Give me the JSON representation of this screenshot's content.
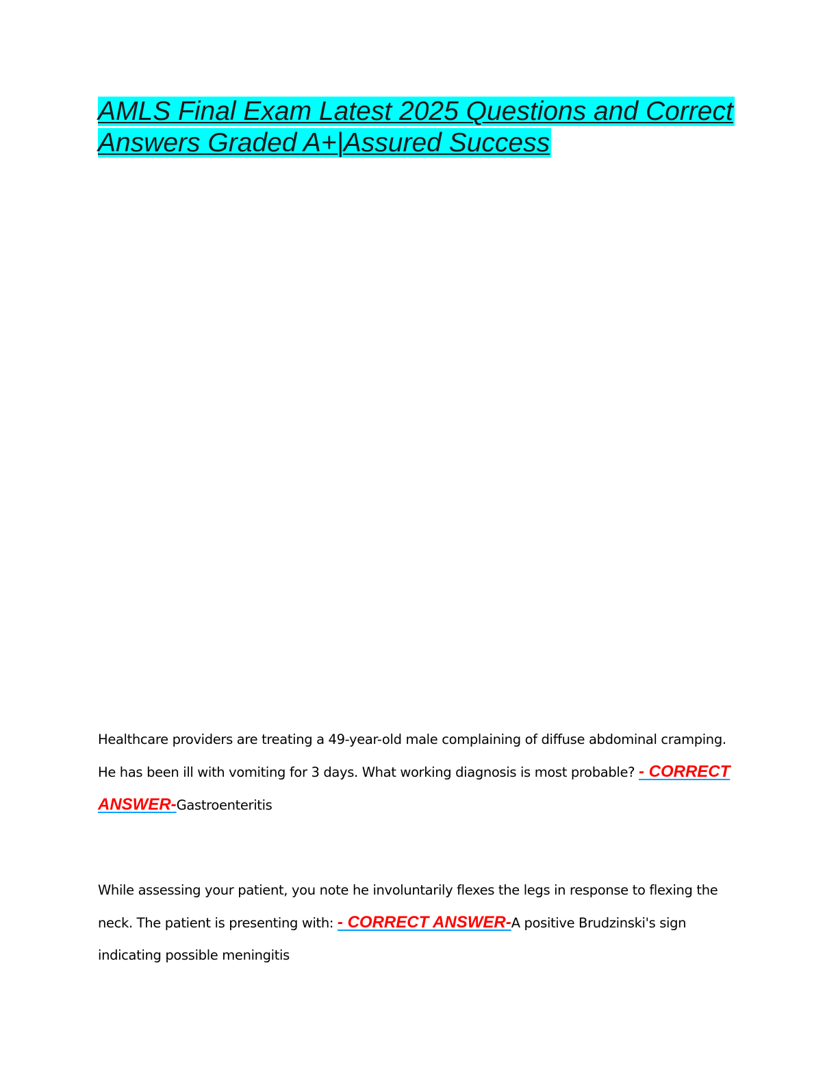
{
  "document": {
    "title": "AMLS Final Exam Latest 2025 Questions and Correct Answers Graded A+|Assured Success",
    "highlight_color": "#00ffff",
    "answer_marker_color": "#ff0000",
    "answer_marker": "- CORRECT ANSWER-"
  },
  "questions": [
    {
      "question": "Healthcare providers are treating a 49-year-old male complaining of diffuse abdominal cramping. He has been ill with vomiting for 3 days. What working diagnosis is most probable? ",
      "answer": "Gastroenteritis"
    },
    {
      "question": "While assessing your patient, you note he involuntarily flexes the legs in response to flexing the neck. The patient is presenting with: ",
      "answer": "A positive Brudzinski's sign indicating possible meningitis"
    }
  ]
}
